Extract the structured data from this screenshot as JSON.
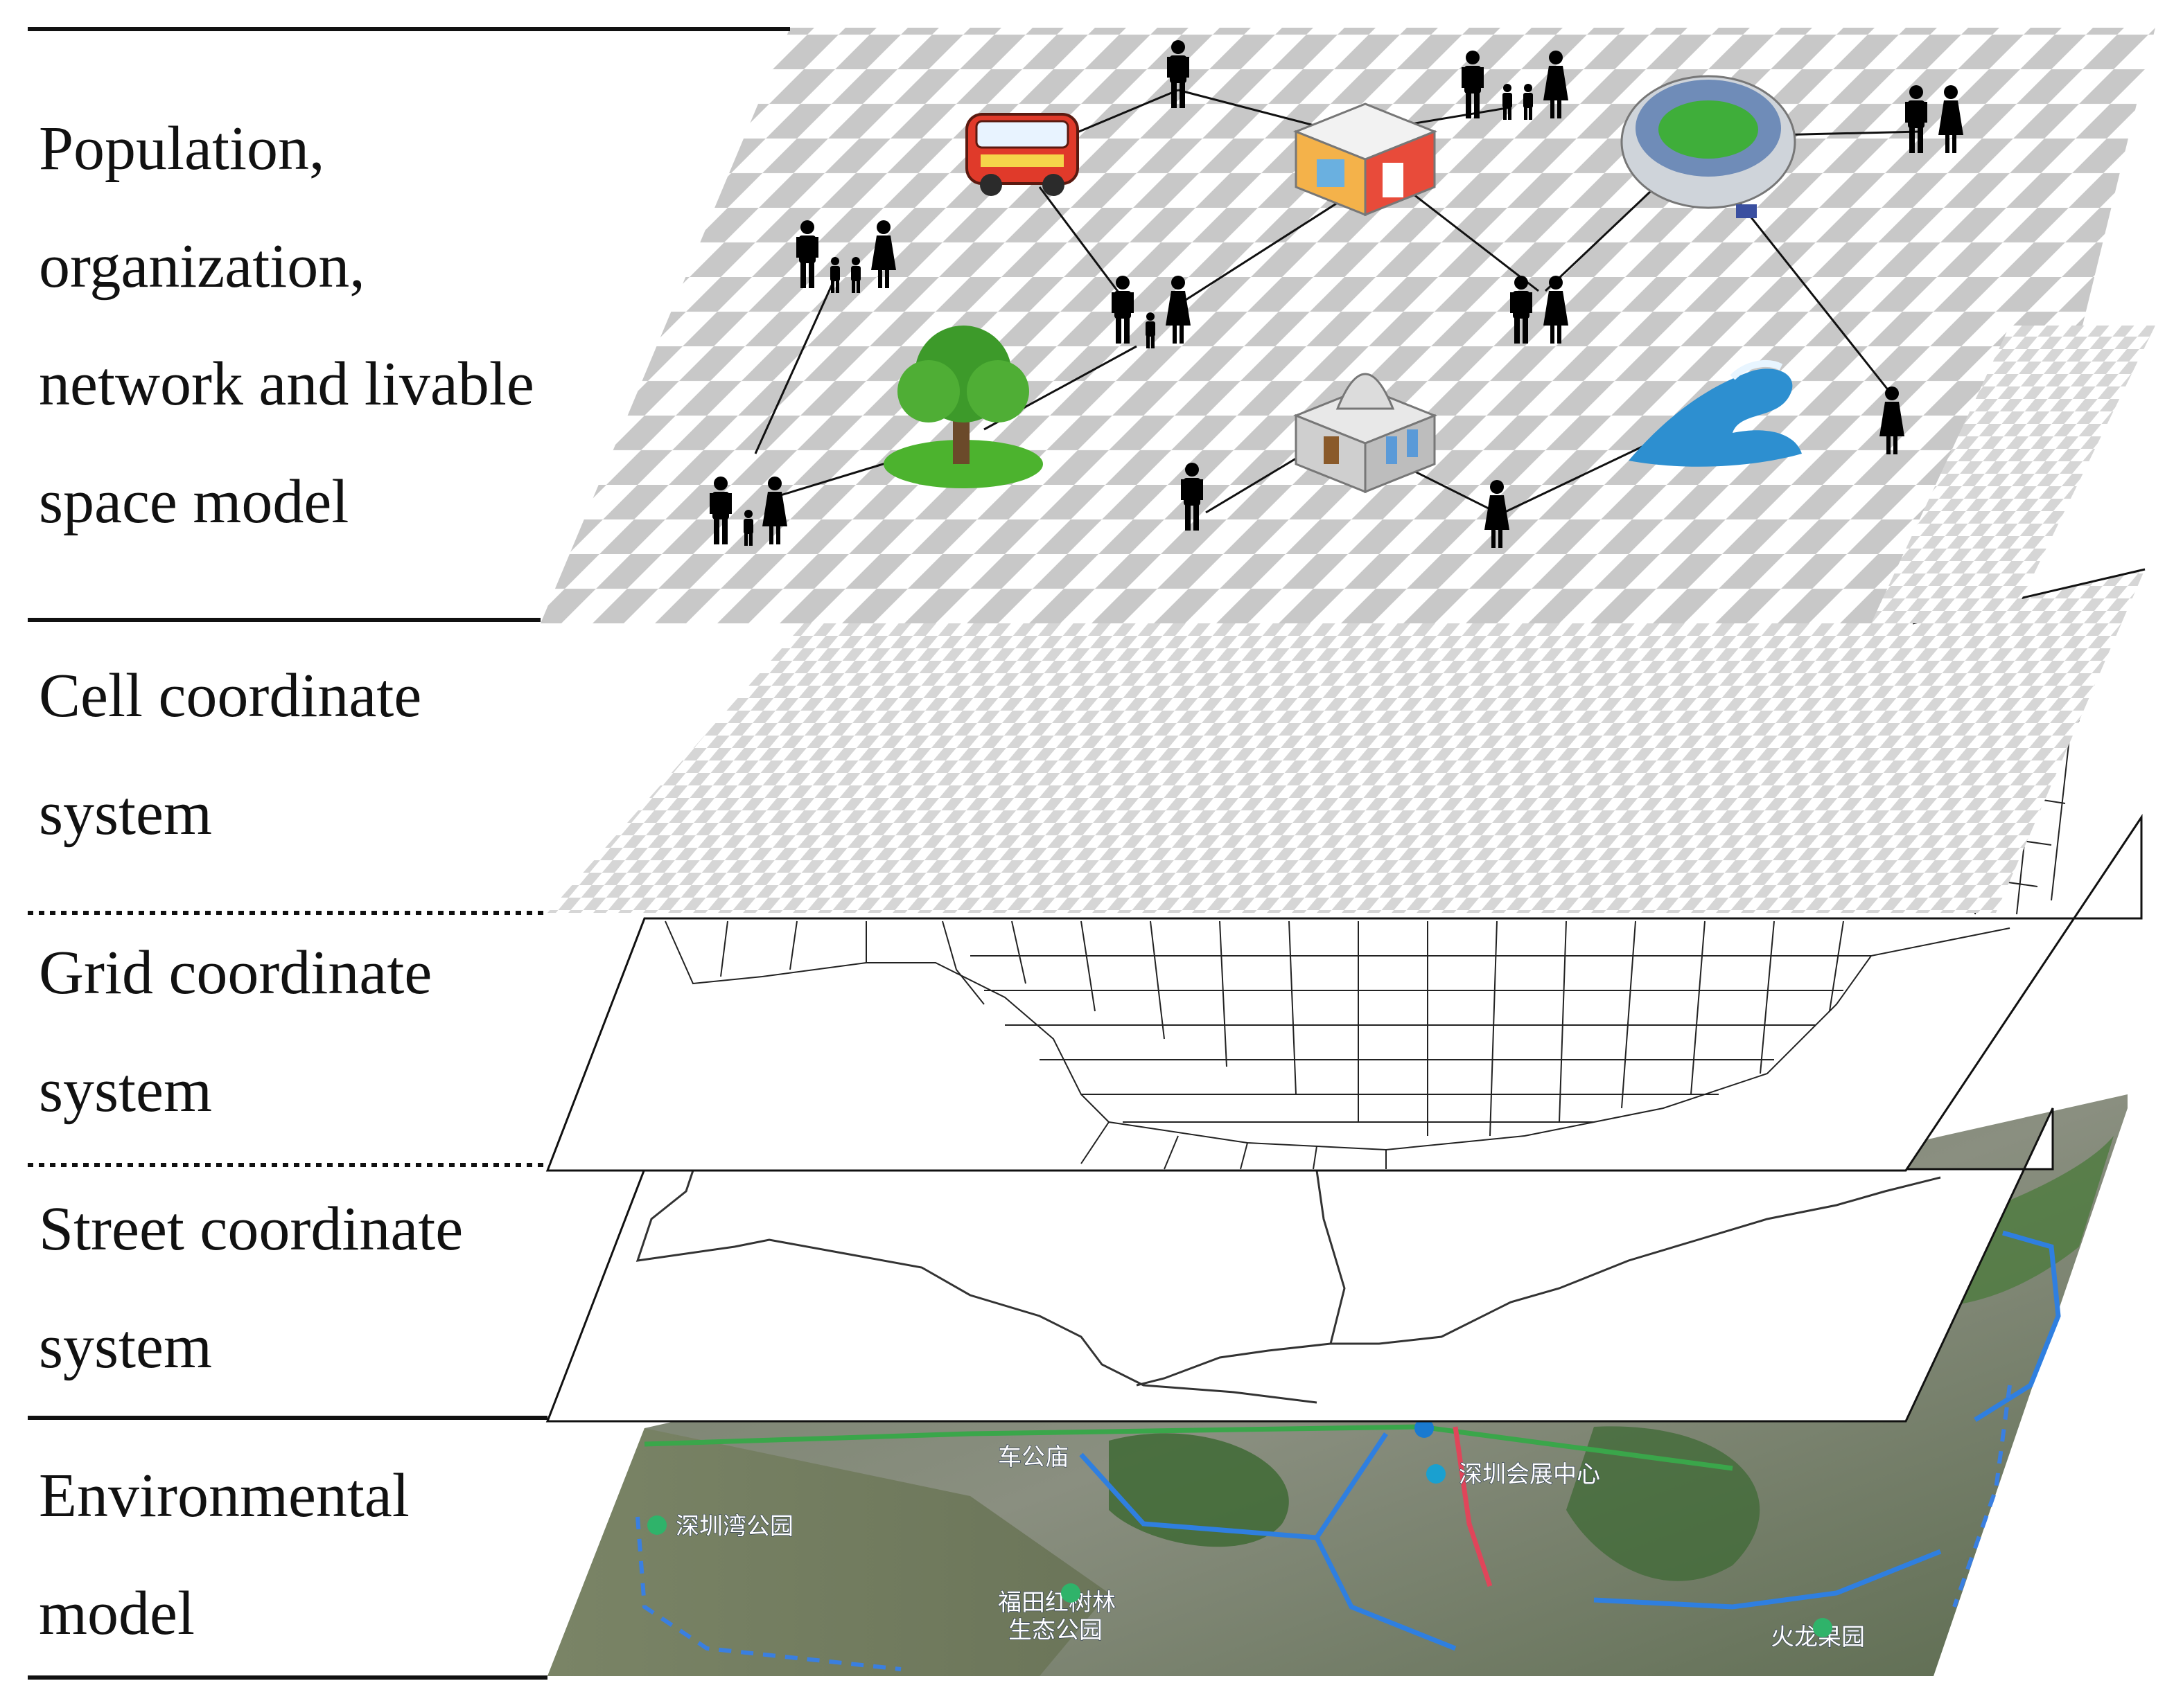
{
  "layers": [
    {
      "id": "model",
      "label": "Population,\norganization,\nnetwork and livable\nspace model"
    },
    {
      "id": "cell",
      "label": "Cell coordinate\nsystem"
    },
    {
      "id": "grid",
      "label": "Grid coordinate\nsystem"
    },
    {
      "id": "street",
      "label": "Street coordinate\nsystem"
    },
    {
      "id": "environment",
      "label": "Environmental\nmodel"
    }
  ],
  "map_labels": [
    "车公庙",
    "深圳会展中心",
    "深圳湾公园",
    "福田红树林",
    "生态公园",
    "火龙果园"
  ],
  "icons": [
    "bus-icon",
    "shop-icon",
    "stadium-icon",
    "tree-icon",
    "government-building-icon",
    "wave-icon",
    "people-icon"
  ],
  "colors": {
    "checker": "#c8c8c8",
    "line": "#111111",
    "metro_blue": "#2f7fe0",
    "metro_green": "#3aa64a",
    "metro_red": "#e0455a",
    "water": "#6f7a5c",
    "land": "#7e8a72",
    "vegetation": "#3f6a35"
  }
}
